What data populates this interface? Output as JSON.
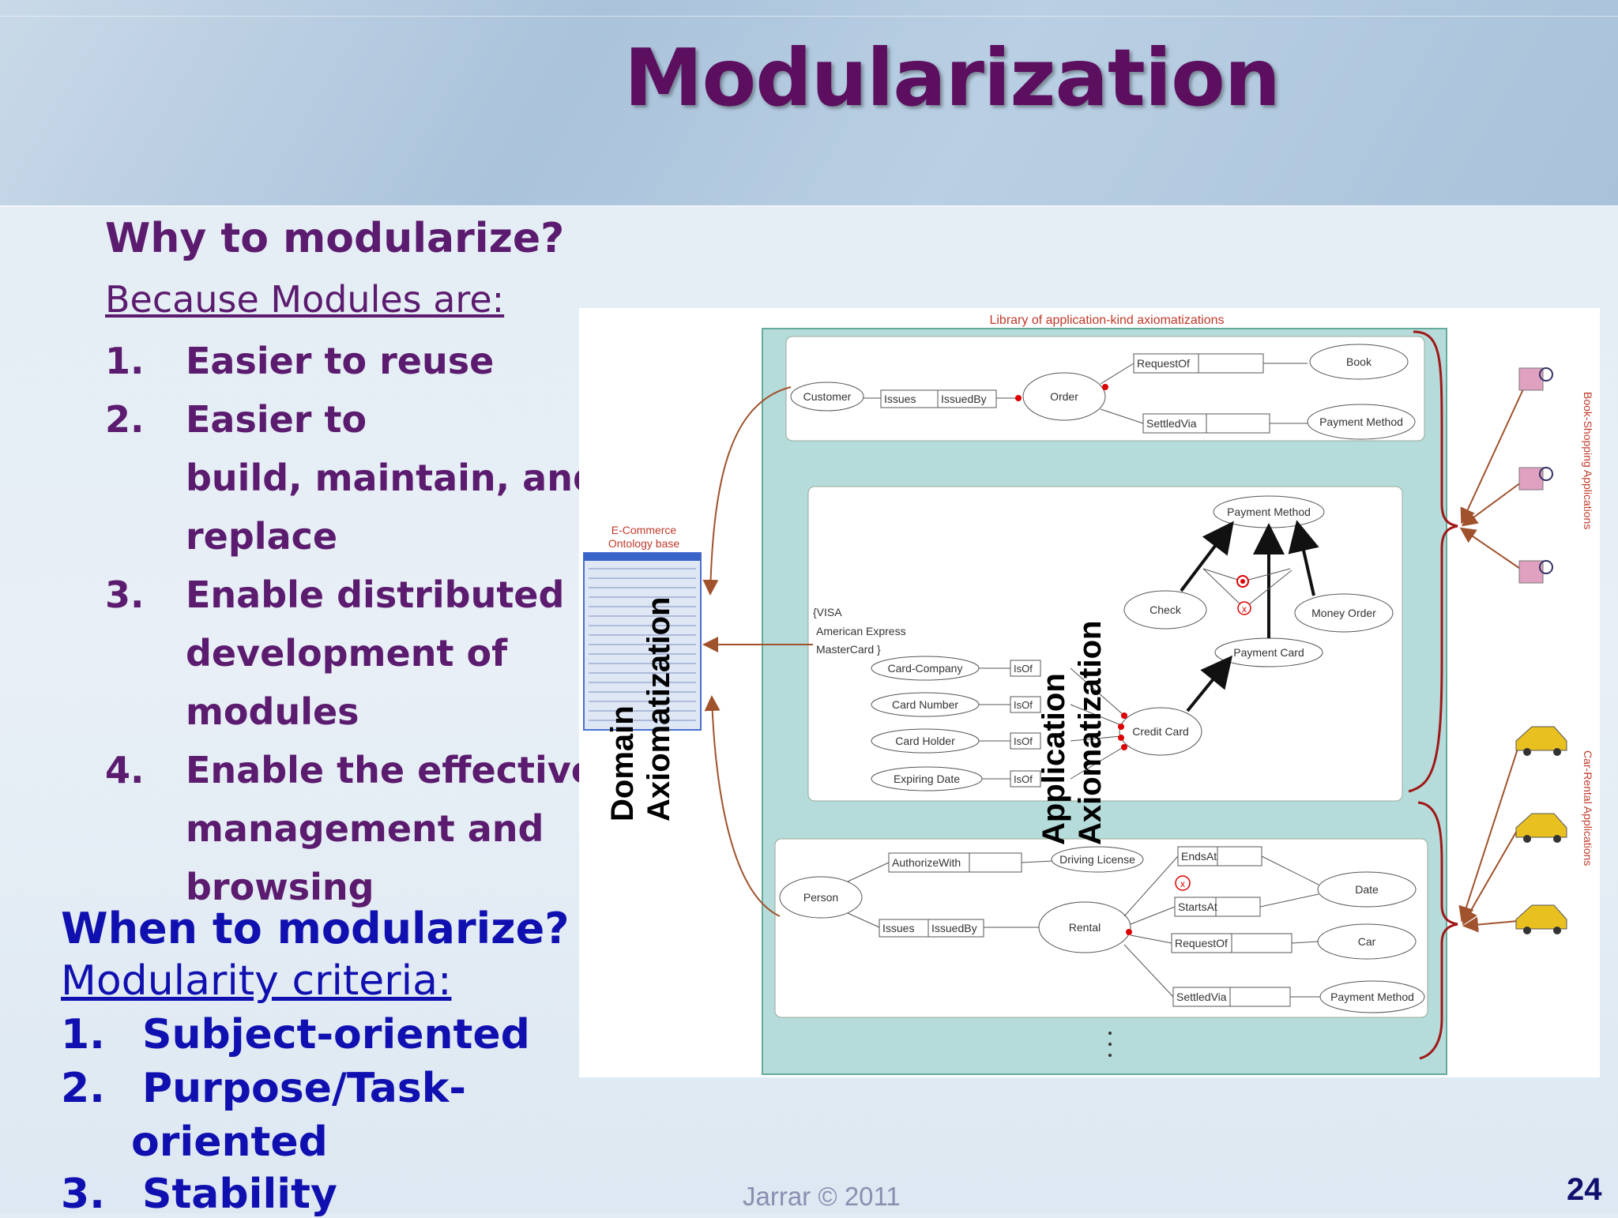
{
  "slide": {
    "title": "Modularization",
    "footer": "Jarrar © 2011",
    "page_number": "24"
  },
  "why": {
    "heading": "Why to modularize?",
    "subheading": "Because Modules are:",
    "items": [
      {
        "num": "1.",
        "lines": [
          "Easier to reuse"
        ]
      },
      {
        "num": "2.",
        "lines": [
          "Easier to",
          "build, maintain, and",
          "replace"
        ]
      },
      {
        "num": "3.",
        "lines": [
          "Enable distributed",
          "development of",
          "modules"
        ]
      },
      {
        "num": "4.",
        "lines": [
          "Enable the effective",
          "management and",
          "browsing"
        ]
      }
    ]
  },
  "when": {
    "heading": "When to modularize?",
    "subheading": "Modularity criteria:",
    "items": [
      {
        "num": "1.",
        "lines": [
          "Subject-oriented"
        ]
      },
      {
        "num": "2.",
        "lines": [
          "Purpose/Task-",
          "oriented"
        ]
      },
      {
        "num": "3.",
        "lines": [
          "Stability"
        ]
      }
    ]
  },
  "diagram": {
    "library_label": "Library of application-kind axiomatizations",
    "ontology_base_label": [
      "E-Commerce",
      "Ontology base"
    ],
    "domain_label": [
      "Domain",
      "Axiomatization"
    ],
    "application_label": [
      "Application",
      "Axiomatization"
    ],
    "book_apps_label": "Book-Shopping Applications",
    "car_apps_label": "Car-Rental Applications",
    "module1": {
      "customer": "Customer",
      "issues": "Issues",
      "issued_by": "IssuedBy",
      "order": "Order",
      "request_of": "RequestOf",
      "book": "Book",
      "settled_via": "SettledVia",
      "payment_method": "Payment Method"
    },
    "module2": {
      "payment_method": "Payment Method",
      "check": "Check",
      "money_order": "Money Order",
      "payment_card": "Payment Card",
      "credit_card": "Credit Card",
      "value_list": [
        "{VISA",
        "American Express",
        "MasterCard }"
      ],
      "card_company": "Card-Company",
      "card_number": "Card Number",
      "card_holder": "Card Holder",
      "expiring_date": "Expiring Date",
      "is_of": "IsOf"
    },
    "module3": {
      "person": "Person",
      "authorize_with": "AuthorizeWith",
      "driving_license": "Driving License",
      "issues": "Issues",
      "issued_by": "IssuedBy",
      "rental": "Rental",
      "ends_at": "EndsAt",
      "starts_at": "StartsAt",
      "date": "Date",
      "request_of": "RequestOf",
      "car": "Car",
      "settled_via": "SettledVia",
      "payment_method": "Payment Method"
    }
  }
}
